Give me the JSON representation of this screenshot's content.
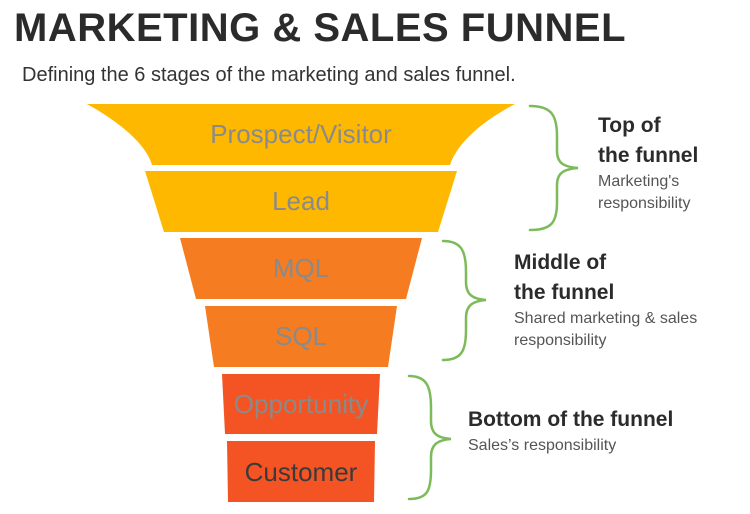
{
  "header": {
    "title": "MARKETING & SALES FUNNEL",
    "subtitle": "Defining the 6 stages of the marketing and sales funnel."
  },
  "stages": [
    {
      "label": "Prospect/Visitor",
      "fill": "#FFB800",
      "text_color": "#8a8a8a"
    },
    {
      "label": "Lead",
      "fill": "#FFB800",
      "text_color": "#8a8a8a"
    },
    {
      "label": "MQL",
      "fill": "#F57C20",
      "text_color": "#8a8a8a"
    },
    {
      "label": "SQL",
      "fill": "#F57C20",
      "text_color": "#8a8a8a"
    },
    {
      "label": "Opportunity",
      "fill": "#F45423",
      "text_color": "#8a8a8a"
    },
    {
      "label": "Customer",
      "fill": "#F45423",
      "text_color": "#3a3a3a"
    }
  ],
  "groups": {
    "top": {
      "heading_line1": "Top of",
      "heading_line2": "the funnel",
      "desc_line1": "Marketing's",
      "desc_line2": "responsibility"
    },
    "middle": {
      "heading_line1": "Middle of",
      "heading_line2": "the funnel",
      "desc_line1": "Shared marketing & sales",
      "desc_line2": "responsibility"
    },
    "bottom": {
      "heading_line1": "Bottom of the funnel",
      "desc_line1": "Sales’s responsibility"
    }
  },
  "bracket_color": "#7DBB5A"
}
